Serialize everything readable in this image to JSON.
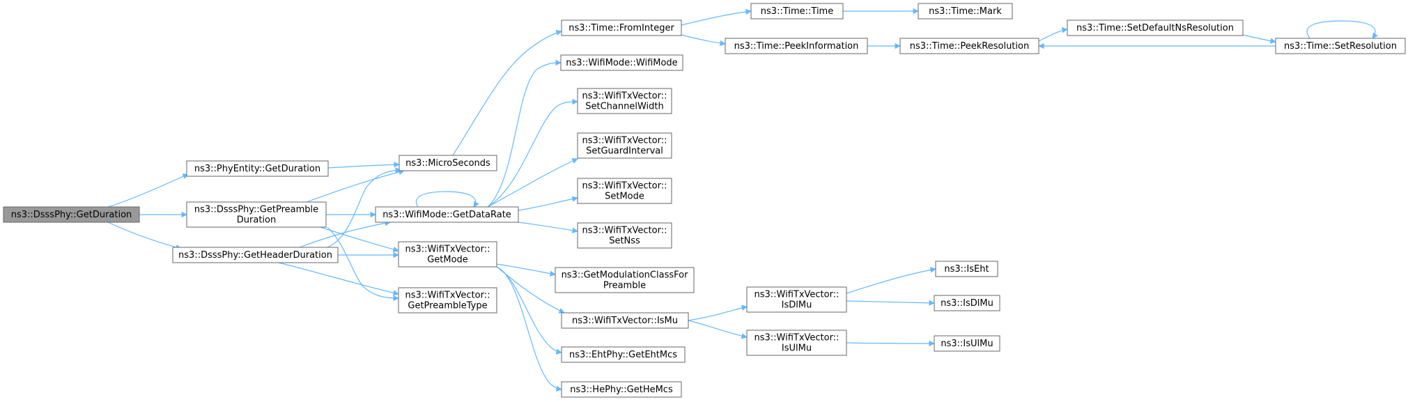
{
  "colors": {
    "background": "#ffffff",
    "node_border": "#666666",
    "node_fill": "#ffffff",
    "focus_fill": "#999999",
    "focus_border": "#666666",
    "edge": "#63b8ff"
  },
  "nodes": [
    {
      "id": "getduration_root",
      "lines": [
        "ns3::DsssPhy::GetDuration"
      ],
      "focus": true
    },
    {
      "id": "phyentity_getduration",
      "lines": [
        "ns3::PhyEntity::GetDuration"
      ]
    },
    {
      "id": "getpreambleduration",
      "lines": [
        "ns3::DsssPhy::GetPreamble",
        "Duration"
      ]
    },
    {
      "id": "getheaderduration",
      "lines": [
        "ns3::DsssPhy::GetHeaderDuration"
      ]
    },
    {
      "id": "microseconds",
      "lines": [
        "ns3::MicroSeconds"
      ]
    },
    {
      "id": "getdatarate",
      "lines": [
        "ns3::WifiMode::GetDataRate"
      ]
    },
    {
      "id": "getmode",
      "lines": [
        "ns3::WifiTxVector::",
        "GetMode"
      ]
    },
    {
      "id": "getpreambletype",
      "lines": [
        "ns3::WifiTxVector::",
        "GetPreambleType"
      ]
    },
    {
      "id": "frominteger",
      "lines": [
        "ns3::Time::FromInteger"
      ]
    },
    {
      "id": "wifimode_ctor",
      "lines": [
        "ns3::WifiMode::WifiMode"
      ]
    },
    {
      "id": "setchannelwidth",
      "lines": [
        "ns3::WifiTxVector::",
        "SetChannelWidth"
      ]
    },
    {
      "id": "setguardinterval",
      "lines": [
        "ns3::WifiTxVector::",
        "SetGuardInterval"
      ]
    },
    {
      "id": "setmode",
      "lines": [
        "ns3::WifiTxVector::",
        "SetMode"
      ]
    },
    {
      "id": "setnss",
      "lines": [
        "ns3::WifiTxVector::",
        "SetNss"
      ]
    },
    {
      "id": "getmodulationclass",
      "lines": [
        "ns3::GetModulationClassFor",
        "Preamble"
      ]
    },
    {
      "id": "ismu",
      "lines": [
        "ns3::WifiTxVector::IsMu"
      ]
    },
    {
      "id": "getehtmcs",
      "lines": [
        "ns3::EhtPhy::GetEhtMcs"
      ]
    },
    {
      "id": "gethemcs",
      "lines": [
        "ns3::HePhy::GetHeMcs"
      ]
    },
    {
      "id": "time_ctor",
      "lines": [
        "ns3::Time::Time"
      ]
    },
    {
      "id": "peekinformation",
      "lines": [
        "ns3::Time::PeekInformation"
      ]
    },
    {
      "id": "isdlmu",
      "lines": [
        "ns3::WifiTxVector::",
        "IsDlMu"
      ]
    },
    {
      "id": "isulmu",
      "lines": [
        "ns3::WifiTxVector::",
        "IsUlMu"
      ]
    },
    {
      "id": "time_mark",
      "lines": [
        "ns3::Time::Mark"
      ]
    },
    {
      "id": "peekresolution",
      "lines": [
        "ns3::Time::PeekResolution"
      ]
    },
    {
      "id": "iseht",
      "lines": [
        "ns3::IsEht"
      ]
    },
    {
      "id": "isdlmu_free",
      "lines": [
        "ns3::IsDlMu"
      ]
    },
    {
      "id": "isulmu_free",
      "lines": [
        "ns3::IsUlMu"
      ]
    },
    {
      "id": "setdefaultnsresolution",
      "lines": [
        "ns3::Time::SetDefaultNsResolution"
      ]
    },
    {
      "id": "setresolution",
      "lines": [
        "ns3::Time::SetResolution"
      ]
    }
  ],
  "edges": [
    {
      "from": "getduration_root",
      "to": "phyentity_getduration"
    },
    {
      "from": "getduration_root",
      "to": "getpreambleduration"
    },
    {
      "from": "getduration_root",
      "to": "getheaderduration"
    },
    {
      "from": "phyentity_getduration",
      "to": "microseconds"
    },
    {
      "from": "getpreambleduration",
      "to": "microseconds"
    },
    {
      "from": "getpreambleduration",
      "to": "getdatarate"
    },
    {
      "from": "getpreambleduration",
      "to": "getmode"
    },
    {
      "from": "getpreambleduration",
      "to": "getpreambletype"
    },
    {
      "from": "getheaderduration",
      "to": "microseconds"
    },
    {
      "from": "getheaderduration",
      "to": "getdatarate"
    },
    {
      "from": "getheaderduration",
      "to": "getmode"
    },
    {
      "from": "getheaderduration",
      "to": "getpreambletype"
    },
    {
      "from": "microseconds",
      "to": "frominteger"
    },
    {
      "from": "getdatarate",
      "to": "getdatarate"
    },
    {
      "from": "getdatarate",
      "to": "wifimode_ctor"
    },
    {
      "from": "getdatarate",
      "to": "setchannelwidth"
    },
    {
      "from": "getdatarate",
      "to": "setguardinterval"
    },
    {
      "from": "getdatarate",
      "to": "setmode"
    },
    {
      "from": "getdatarate",
      "to": "setnss"
    },
    {
      "from": "getmode",
      "to": "getmodulationclass"
    },
    {
      "from": "getmode",
      "to": "ismu"
    },
    {
      "from": "getmode",
      "to": "getehtmcs"
    },
    {
      "from": "getmode",
      "to": "gethemcs"
    },
    {
      "from": "frominteger",
      "to": "time_ctor"
    },
    {
      "from": "frominteger",
      "to": "peekinformation"
    },
    {
      "from": "time_ctor",
      "to": "time_mark"
    },
    {
      "from": "peekinformation",
      "to": "peekresolution"
    },
    {
      "from": "peekresolution",
      "to": "setdefaultnsresolution"
    },
    {
      "from": "setdefaultnsresolution",
      "to": "setresolution"
    },
    {
      "from": "setresolution",
      "to": "peekresolution"
    },
    {
      "from": "setresolution",
      "to": "setresolution"
    },
    {
      "from": "ismu",
      "to": "isdlmu"
    },
    {
      "from": "ismu",
      "to": "isulmu"
    },
    {
      "from": "isdlmu",
      "to": "iseht"
    },
    {
      "from": "isdlmu",
      "to": "isdlmu_free"
    },
    {
      "from": "isulmu",
      "to": "isulmu_free"
    }
  ]
}
